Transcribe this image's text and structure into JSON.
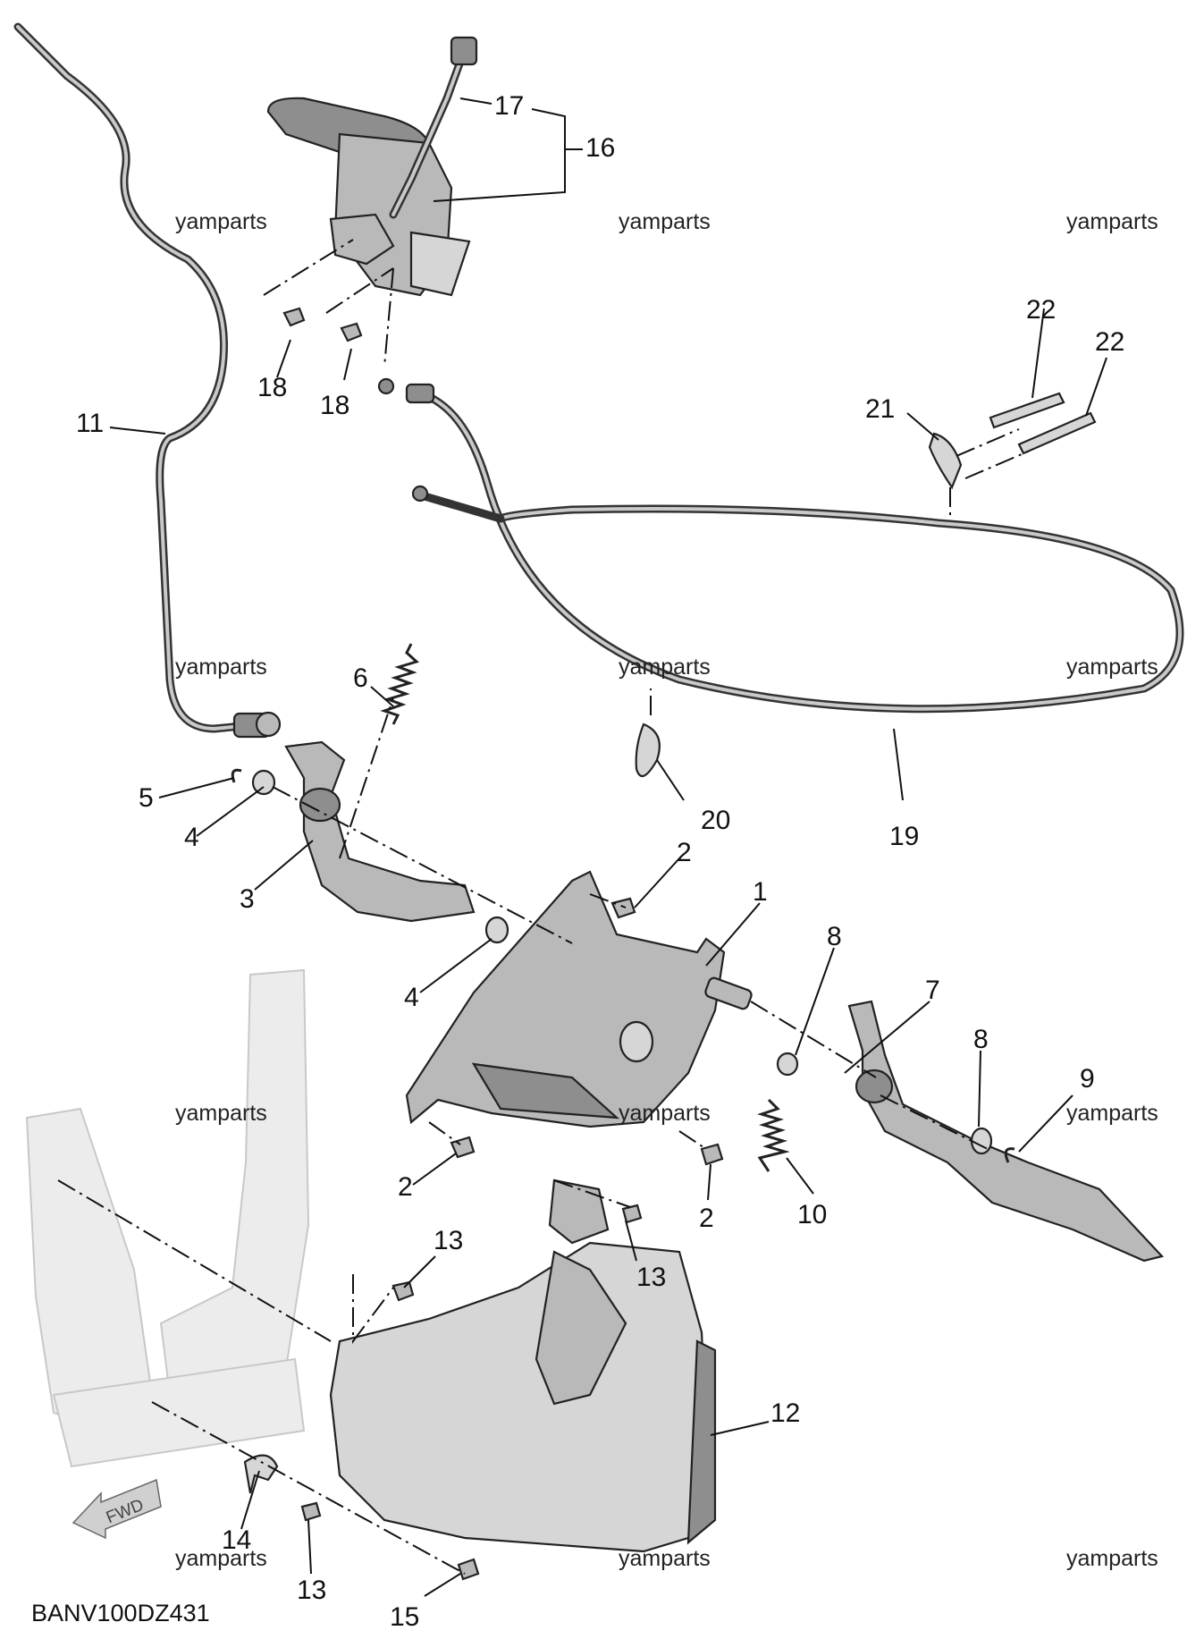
{
  "diagram": {
    "drawing_code": "BANV100DZ431",
    "direction_marker": "FWD",
    "watermark": "yamparts",
    "watermarks": [
      "yamparts",
      "yamparts",
      "yamparts",
      "yamparts",
      "yamparts",
      "yamparts",
      "yamparts",
      "yamparts",
      "yamparts",
      "yamparts",
      "yamparts",
      "yamparts"
    ],
    "callouts": {
      "c1": "1",
      "c2a": "2",
      "c2b": "2",
      "c2c": "2",
      "c3": "3",
      "c4a": "4",
      "c4b": "4",
      "c5": "5",
      "c6": "6",
      "c7": "7",
      "c8a": "8",
      "c8b": "8",
      "c9": "9",
      "c10": "10",
      "c11": "11",
      "c12": "12",
      "c13a": "13",
      "c13b": "13",
      "c13c": "13",
      "c14": "14",
      "c15": "15",
      "c16": "16",
      "c17": "17",
      "c18a": "18",
      "c18b": "18",
      "c19": "19",
      "c20": "20",
      "c21": "21",
      "c22a": "22",
      "c22b": "22"
    }
  }
}
